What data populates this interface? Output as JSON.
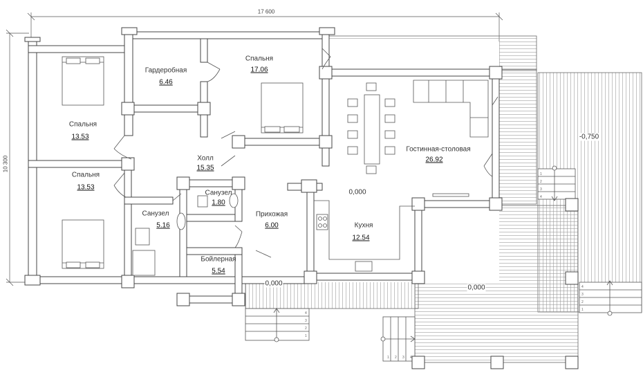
{
  "dimensions": {
    "width": "17 600",
    "height": "10 300"
  },
  "rooms": {
    "bedroom_nw": {
      "name": "Спальня",
      "area": "13.53"
    },
    "bedroom_sw": {
      "name": "Спальня",
      "area": "13.53"
    },
    "wardrobe": {
      "name": "Гардеробная",
      "area": "6.46"
    },
    "bedroom_n": {
      "name": "Спальня",
      "area": "17.06"
    },
    "hall": {
      "name": "Холл",
      "area": "15.35"
    },
    "wc_small": {
      "name": "Санузел",
      "area": "1.80"
    },
    "bathroom": {
      "name": "Санузел",
      "area": "5.16"
    },
    "entrance": {
      "name": "Прихожая",
      "area": "6.00"
    },
    "boiler": {
      "name": "Бойлерная",
      "area": "5.54"
    },
    "living": {
      "name": "Гостинная-столовая",
      "area": "26.92"
    },
    "kitchen": {
      "name": "Кухня",
      "area": "12.54"
    }
  },
  "levels": {
    "kitchen_floor": "0,000",
    "porch": "0,000",
    "terrace": "0,000",
    "side_deck": "-0,750"
  },
  "stair_steps": [
    "1",
    "2",
    "3",
    "4"
  ]
}
